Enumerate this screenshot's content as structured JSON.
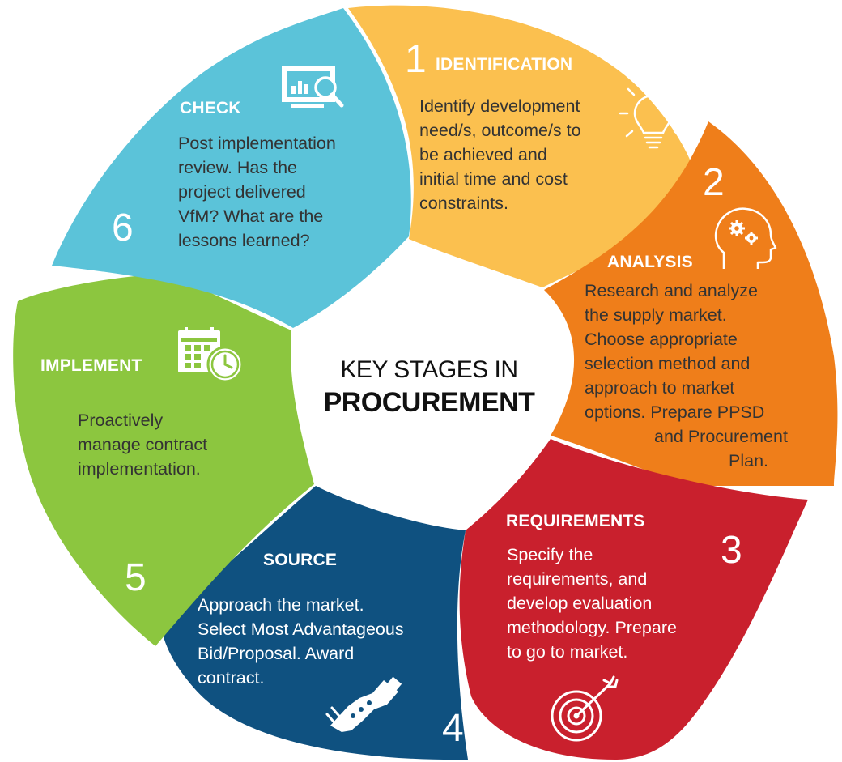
{
  "center": {
    "line1": "KEY STAGES IN",
    "line2": "PROCUREMENT"
  },
  "colors": {
    "identification": "#fbc04f",
    "analysis": "#ef7e1a",
    "requirements": "#c9202d",
    "source": "#0f5180",
    "implement": "#8cc63f",
    "check": "#5bc3d9"
  },
  "stages": {
    "identification": {
      "number": "1",
      "title": "IDENTIFICATION",
      "icon": "lightbulb-icon",
      "lines": [
        "Identify development",
        "need/s, outcome/s to",
        "be achieved and",
        "initial time and cost",
        "constraints."
      ]
    },
    "analysis": {
      "number": "2",
      "title": "ANALYSIS",
      "icon": "head-gears-icon",
      "lines": [
        "Research and analyze",
        "the supply market.",
        "Choose appropriate",
        "selection method and",
        "approach to market",
        "options. Prepare PPSD",
        "and Procurement",
        "Plan."
      ]
    },
    "requirements": {
      "number": "3",
      "title": "REQUIREMENTS",
      "icon": "target-icon",
      "lines": [
        "Specify the",
        "requirements, and",
        "develop evaluation",
        "methodology.  Prepare",
        "to go to market."
      ]
    },
    "source": {
      "number": "4",
      "title": "SOURCE",
      "icon": "handshake-icon",
      "lines": [
        "Approach the market.",
        "Select Most Advantageous",
        "Bid/Proposal.  Award",
        "contract."
      ]
    },
    "implement": {
      "number": "5",
      "title": "IMPLEMENT",
      "icon": "calendar-clock-icon",
      "lines": [
        "Proactively",
        "manage contract",
        "implementation."
      ]
    },
    "check": {
      "number": "6",
      "title": "CHECK",
      "icon": "monitor-chart-icon",
      "lines": [
        "Post implementation",
        "review. Has the",
        "project delivered",
        "VfM? What are the",
        "lessons learned?"
      ]
    }
  }
}
